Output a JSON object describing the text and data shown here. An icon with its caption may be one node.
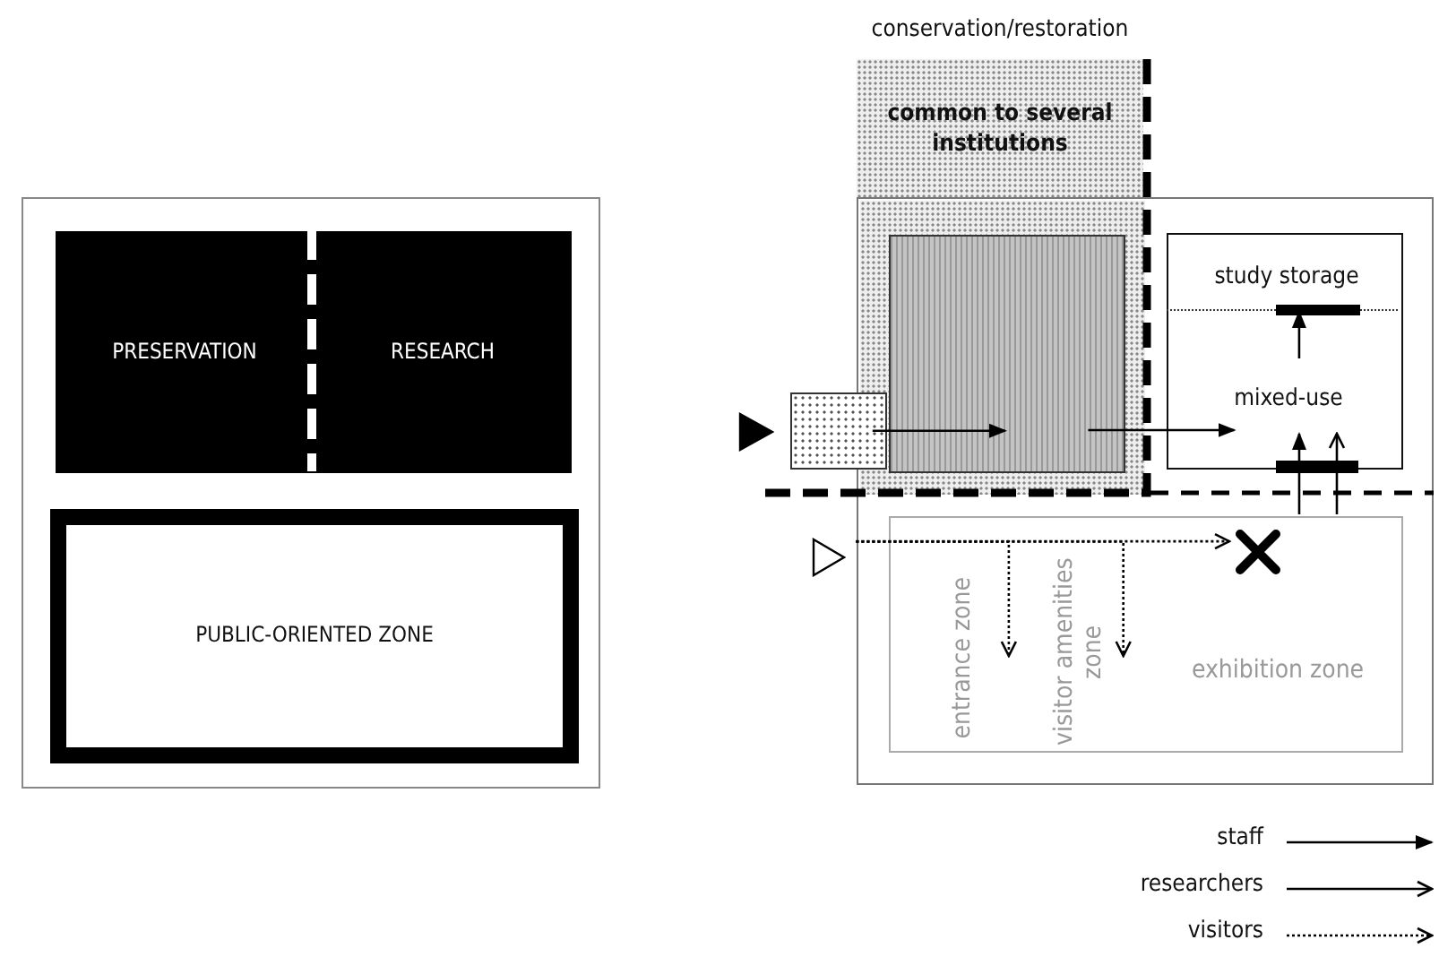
{
  "diagram": {
    "nodes": [
      {
        "text": [],
        "shape": "box"
      },
      {
        "text": [
          "PRESERVATION"
        ],
        "in": 0
      },
      {
        "text": [
          "RESEARCH"
        ],
        "in": 0
      },
      {
        "text": [
          "PUBLIC-ORIENTED ZONE"
        ],
        "in": 0
      },
      {
        "text": [],
        "shape": "box"
      },
      {
        "text": [
          "conservation/restoration",
          "common to several institutions"
        ]
      },
      {
        "text": [],
        "shape": "box",
        "in": 4
      },
      {
        "text": [],
        "shape": "box",
        "in": 6
      },
      {
        "text": [],
        "shape": "box"
      },
      {
        "text": [],
        "shape": "box",
        "in": 4
      },
      {
        "text": [
          "study storage"
        ],
        "in": 9
      },
      {
        "text": [
          "mixed-use"
        ],
        "in": 9
      },
      {
        "text": [],
        "shape": "box",
        "in": 4
      },
      {
        "text": [
          "entrance zone"
        ],
        "in": 12
      },
      {
        "text": [
          "visitor amenities zone"
        ],
        "in": 12
      },
      {
        "text": [
          "exhibition zone"
        ],
        "in": 12
      },
      {
        "text": [],
        "shape": "triangle"
      },
      {
        "text": [],
        "shape": "triangle"
      },
      {
        "text": [],
        "shape": "cross",
        "in": 12
      }
    ],
    "edges": [
      {
        "from": 8,
        "to": 7,
        "arrow": "to"
      },
      {
        "from": 7,
        "to": 11,
        "arrow": "to"
      },
      {
        "from": 11,
        "to": 10,
        "arrow": "to"
      },
      {
        "from": 12,
        "to": 11,
        "arrow": "to"
      },
      {
        "from": 12,
        "to": 11,
        "arrow": "to"
      },
      {
        "from": 17,
        "to": 18,
        "arrow": "to",
        "style": "dashed"
      },
      {
        "from": 17,
        "to": 13,
        "arrow": "to",
        "style": "dashed"
      },
      {
        "from": 17,
        "to": 14,
        "arrow": "to",
        "style": "dashed"
      }
    ],
    "legend": [
      {
        "text": "staff"
      },
      {
        "text": "researchers"
      },
      {
        "text": "visitors"
      }
    ]
  }
}
